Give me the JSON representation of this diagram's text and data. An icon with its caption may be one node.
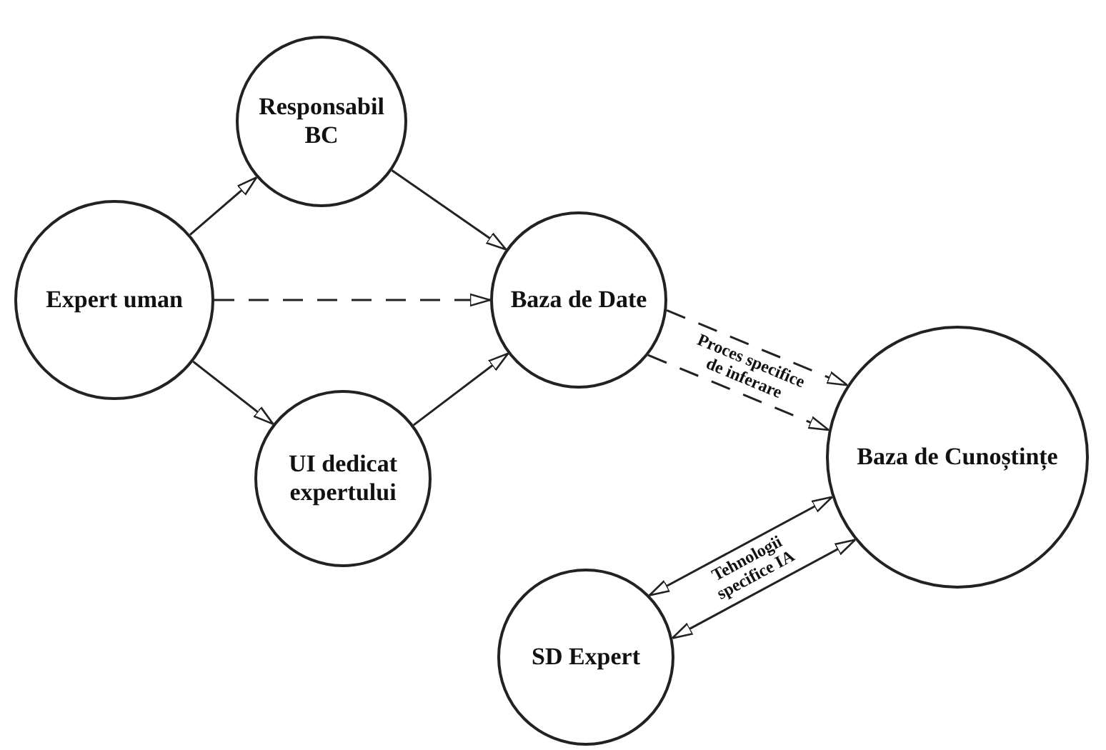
{
  "diagram": {
    "nodes": [
      {
        "text": [
          "Expert uman"
        ]
      },
      {
        "text": [
          "Responsabil BC"
        ]
      },
      {
        "text": [
          "UI dedicat expertului"
        ]
      },
      {
        "text": [
          "Baza de Date"
        ]
      },
      {
        "text": [
          "Baza de Cunoștințe"
        ]
      },
      {
        "text": [
          "SD Expert"
        ]
      }
    ],
    "edges": [
      {
        "from": 0,
        "to": 1,
        "arrow": "to"
      },
      {
        "from": 0,
        "to": 3,
        "arrow": "to",
        "style": "dashed"
      },
      {
        "from": 0,
        "to": 2,
        "arrow": "to"
      },
      {
        "from": 1,
        "to": 3,
        "arrow": "to"
      },
      {
        "from": 2,
        "to": 3,
        "arrow": "to"
      },
      {
        "from": 3,
        "to": 4,
        "arrow": "to",
        "style": "dashed",
        "label": "Proces specifice de inferare"
      },
      {
        "from": 3,
        "to": 4,
        "arrow": "to",
        "style": "dashed"
      },
      {
        "from": 5,
        "to": 4,
        "arrow": "both",
        "label": "Tehnologii specifice IA"
      },
      {
        "from": 5,
        "to": 4,
        "arrow": "both"
      }
    ]
  }
}
